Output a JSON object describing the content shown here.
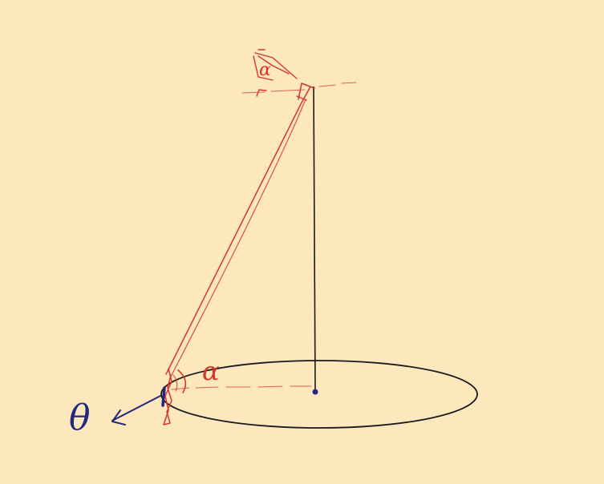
{
  "labels": {
    "alpha_top": "α",
    "alpha_bottom": "α",
    "theta": "θ"
  },
  "colors": {
    "background": "#fde7bd",
    "ink_black": "#1a1a1a",
    "ink_red": "#d8352a",
    "ink_blue": "#23277e"
  }
}
